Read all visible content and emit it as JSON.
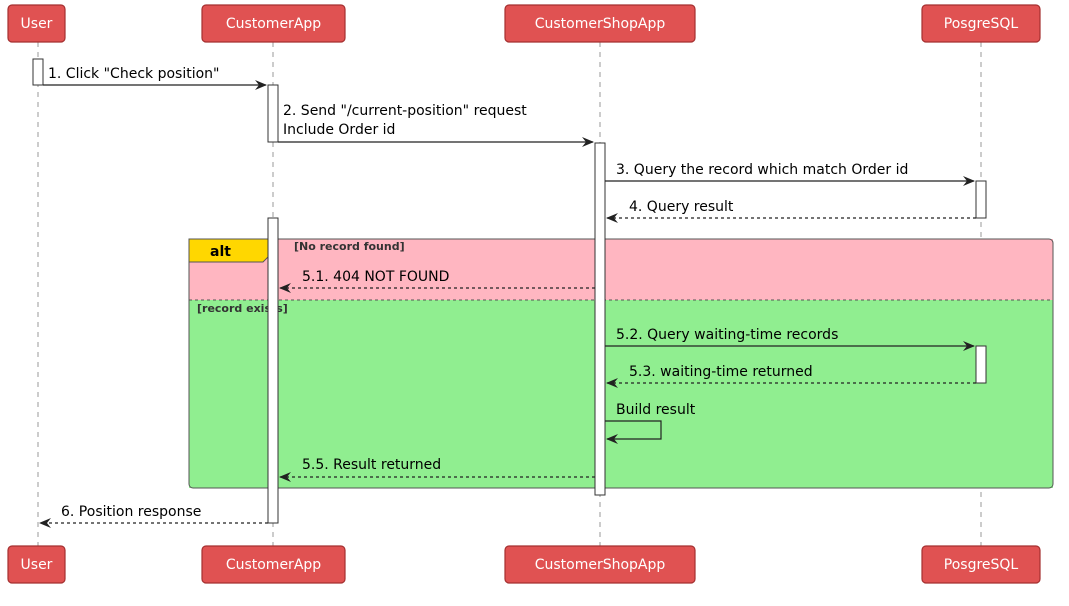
{
  "participants": [
    {
      "id": "user",
      "label": "User"
    },
    {
      "id": "customer_app",
      "label": "CustomerApp"
    },
    {
      "id": "customer_shop_app",
      "label": "CustomerShopApp"
    },
    {
      "id": "postgres",
      "label": "PosgreSQL"
    }
  ],
  "messages": [
    {
      "id": "m1",
      "text": "1. Click \"Check position\""
    },
    {
      "id": "m2a",
      "text": "2. Send \"/current-position\" request"
    },
    {
      "id": "m2b",
      "text": "Include Order id"
    },
    {
      "id": "m3",
      "text": "3. Query the record which match Order id"
    },
    {
      "id": "m4",
      "text": "4. Query result"
    },
    {
      "id": "m51",
      "text": "5.1. 404 NOT FOUND"
    },
    {
      "id": "m52",
      "text": "5.2. Query waiting-time records"
    },
    {
      "id": "m53",
      "text": "5.3. waiting-time returned"
    },
    {
      "id": "m54",
      "text": "Build result"
    },
    {
      "id": "m55",
      "text": "5.5. Result returned"
    },
    {
      "id": "m6",
      "text": "6. Position response"
    }
  ],
  "alt_fragment": {
    "keyword": "alt",
    "condition1": "[No record found]",
    "condition2": "[record exists]"
  },
  "colors": {
    "participant_fill": "#e05252",
    "participant_border": "#a53030",
    "alt_first_fill": "#ffb6c1",
    "alt_second_fill": "#90ee90",
    "alt_tab_fill": "#ffd700"
  }
}
